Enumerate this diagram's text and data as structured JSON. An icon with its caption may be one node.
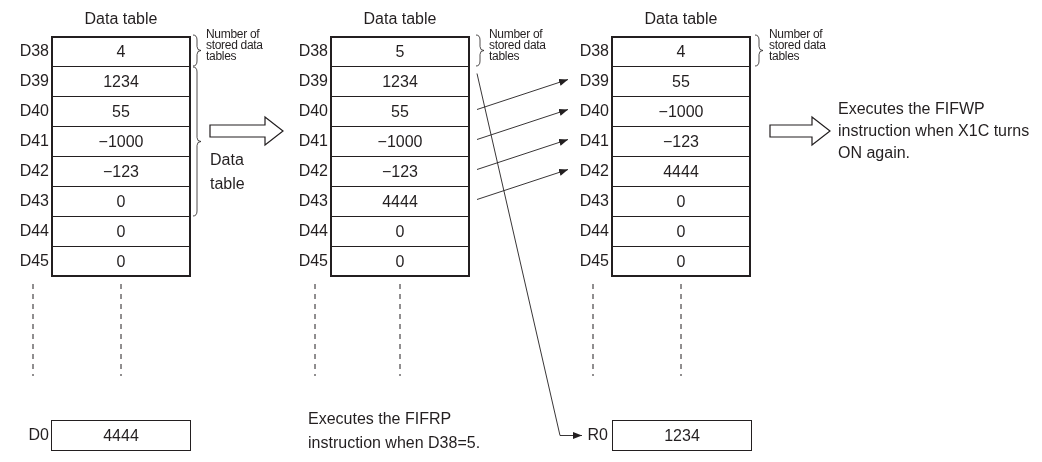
{
  "diagram": {
    "nodes": [
      {
        "text": [
          "Data table"
        ]
      },
      {
        "text": [
          "D38",
          "4"
        ],
        "in": 0
      },
      {
        "text": [
          "D39",
          "1234"
        ],
        "in": 0
      },
      {
        "text": [
          "D40",
          "55"
        ],
        "in": 0
      },
      {
        "text": [
          "D41",
          "−1000"
        ],
        "in": 0
      },
      {
        "text": [
          "D42",
          "−123"
        ],
        "in": 0
      },
      {
        "text": [
          "D43",
          "0"
        ],
        "in": 0
      },
      {
        "text": [
          "D44",
          "0"
        ],
        "in": 0
      },
      {
        "text": [
          "D45",
          "0"
        ],
        "in": 0
      },
      {
        "text": [
          "Data table"
        ]
      },
      {
        "text": [
          "D38",
          "5"
        ],
        "in": 9
      },
      {
        "text": [
          "D39",
          "1234"
        ],
        "in": 9
      },
      {
        "text": [
          "D40",
          "55"
        ],
        "in": 9
      },
      {
        "text": [
          "D41",
          "−1000"
        ],
        "in": 9
      },
      {
        "text": [
          "D42",
          "−123"
        ],
        "in": 9
      },
      {
        "text": [
          "D43",
          "4444"
        ],
        "in": 9
      },
      {
        "text": [
          "D44",
          "0"
        ],
        "in": 9
      },
      {
        "text": [
          "D45",
          "0"
        ],
        "in": 9
      },
      {
        "text": [
          "Data table"
        ]
      },
      {
        "text": [
          "D38",
          "4"
        ],
        "in": 18
      },
      {
        "text": [
          "D39",
          "55"
        ],
        "in": 18
      },
      {
        "text": [
          "D40",
          "−1000"
        ],
        "in": 18
      },
      {
        "text": [
          "D41",
          "−123"
        ],
        "in": 18
      },
      {
        "text": [
          "D42",
          "4444"
        ],
        "in": 18
      },
      {
        "text": [
          "D43",
          "0"
        ],
        "in": 18
      },
      {
        "text": [
          "D44",
          "0"
        ],
        "in": 18
      },
      {
        "text": [
          "D45",
          "0"
        ],
        "in": 18
      },
      {
        "text": [
          "Executes the FIFWP instruction when X1C turns ON again."
        ]
      },
      {
        "text": [
          "D0",
          "4444"
        ]
      },
      {
        "text": [
          "R0",
          "1234"
        ]
      }
    ],
    "edges": [
      {
        "from": 0,
        "to": 9,
        "arrow": "to",
        "style": "thick"
      },
      {
        "from": 12,
        "to": 20,
        "arrow": "to"
      },
      {
        "from": 13,
        "to": 21,
        "arrow": "to"
      },
      {
        "from": 14,
        "to": 22,
        "arrow": "to"
      },
      {
        "from": 15,
        "to": 23,
        "arrow": "to"
      },
      {
        "from": 11,
        "to": 29,
        "arrow": "to"
      },
      {
        "from": 18,
        "to": 27,
        "arrow": "to",
        "style": "thick"
      }
    ],
    "labels": [
      "Number of stored data tables",
      "Data table",
      "Number of stored data tables",
      "Number of stored data tables",
      "Executes the FIFRP instruction when D38=5."
    ]
  }
}
